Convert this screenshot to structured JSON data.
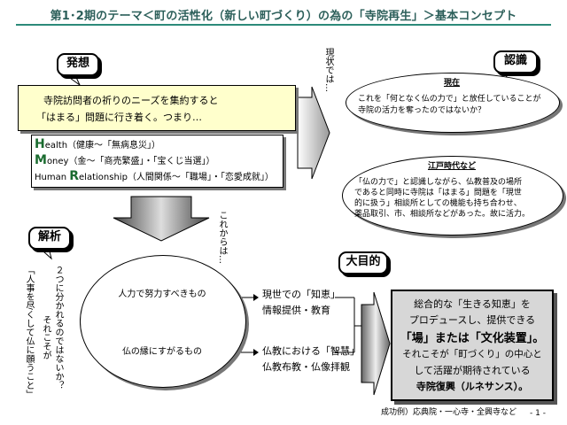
{
  "title": "第1･2期のテーマ＜町の活性化（新しい町づくり）の為の「寺院再生」＞基本コンセプト",
  "labels": {
    "hasso": "発想",
    "ninshiki": "認識",
    "kaiseki": "解析",
    "daimokuteki": "大目的"
  },
  "idea": {
    "line1": "寺院訪問者の祈りのニーズを集約すると",
    "line2": "「はまる」問題に行き着く。つまり…"
  },
  "hmr": [
    {
      "initial": "H",
      "rest": "ealth",
      "desc": "（健康～「無病息災」）"
    },
    {
      "initial": "M",
      "rest": "oney",
      "desc": "（金～「商売繁盛」・「宝くじ当選」）"
    },
    {
      "initial": "R",
      "prefix": "Human ",
      "rest": "elationship",
      "desc": "（人間関係～「職場」・「恋愛成就」）"
    }
  ],
  "vertical": {
    "genjo": "現状では…",
    "korekara": "これからは…",
    "two": "２つに分かれるのではないか？",
    "sorekoso": "それこそが",
    "jinji": "「人事を尽くして仏に願うこと」"
  },
  "recognition": {
    "present_head": "現在",
    "present_line1": "これを「何となく仏の力で」と放任していることが",
    "present_line2": "寺院の活力を奪ったのではないか？",
    "edo_head": "江戸時代など",
    "edo_lines": [
      "「仏の力で」と認識しながら、仏教普及の場所",
      "であると同時に寺院は「はまる」問題を「現世",
      "的に扱う」相談所としての機能も持ち合わせ、",
      "薬品取引、市、相談所などがあった。故に活力。"
    ]
  },
  "circle": {
    "upper": "人力で努力すべきもの",
    "lower": "仏の縁にすがるもの"
  },
  "right_text": {
    "genze_line1": "現世での「知恵」",
    "genze_line2": "情報提供・教育",
    "bukkyo_line1": "仏教における「智慧」",
    "bukkyo_line2": "仏教布教・仏像拝観"
  },
  "goal": {
    "line1": "総合的な「生きる知恵」を",
    "line2": "プロデュースし、提供できる",
    "line3": "「場」または「文化装置」。",
    "line4": "それこそが「町づくり」の中心と",
    "line5": "して活躍が期待されている",
    "line6": "寺院復興（ルネサンス）。"
  },
  "footer": {
    "example": "成功例）応典院・一心寺・全興寺など",
    "page": "- 1 -"
  },
  "colors": {
    "title": "#2c5f5a",
    "rule": "#2c8a7a",
    "yellow_box": "#ffffcc",
    "hmr_initial": "#1a6b2f",
    "goal_box": "#d7d7d7"
  }
}
